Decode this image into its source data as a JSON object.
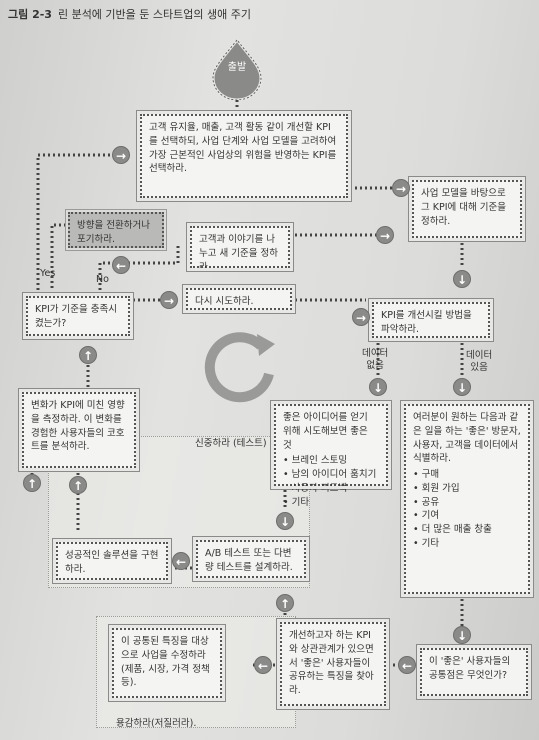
{
  "caption": {
    "number": "그림 2-3",
    "title": "린 분석에 기반을 둔 스타트업의 생애 주기"
  },
  "start": {
    "label": "출발"
  },
  "boxes": {
    "choose_kpi": "고객 유지율, 매출, 고객 활동 같이 개선할 KPI를 선택하되, 사업 단계와 사업 모델을 고려하여 가장 근본적인 사업상의 위험을 반영하는 KPI를 선택하라.",
    "set_standard": "사업 모델을 바탕으로 그 KPI에 대해 기준을 정하라.",
    "pivot": "방향을 전환하거나 포기하라.",
    "talk_customers": "고객과 이야기를 나누고 새 기준을 정하라.",
    "check_kpi": "KPI가 기준을 충족시켰는가?",
    "retry": "다시 시도하라.",
    "find_method": "KPI를 개선시킬 방법을 파악하라.",
    "measure_change": "변화가 KPI에 미친 영향을 측정하라. 이 변화를 경험한 사용자들의 코호트를 분석하라.",
    "ideas_title": "좋은 아이디어를 얻기 위해 시도해보면 좋은 것",
    "ideas_items": [
      "브레인 스토밍",
      "남의 아이디어 훔치기",
      "사용자 피드백",
      "기타"
    ],
    "desired_title": "여러분이 원하는 다음과 같은 일을 하는 '좋은' 방문자, 사용자, 고객을 데이터에서 식별하라.",
    "desired_items": [
      "구매",
      "회원 가입",
      "공유",
      "기여",
      "더 많은 매출 창출",
      "기타"
    ],
    "successful": "성공적인 솔루션을 구현하라.",
    "ab_test": "A/B 테스트 또는 다변량 테스트를 설계하라.",
    "adjust_business": "이 공통된 특징을 대상으로 사업을 수정하라(제품, 시장, 가격 정책 등).",
    "find_traits": "개선하고자 하는 KPI와 상관관계가 있으면서 '좋은' 사용자들이 공유하는 특징을 찾아라.",
    "common_traits": "이 '좋은' 사용자들의 공통점은 무엇인가?"
  },
  "labels": {
    "yes": "Yes",
    "no": "No",
    "no_data": "데이터\n없음",
    "has_data": "데이터\n있음",
    "be_careful": "신중하라 (테스트)",
    "be_bold": "용감하라(저질러라)."
  },
  "colors": {
    "box_fill": "#f4f4f2",
    "dots": "#555555",
    "arrow_circle": "#8a8a88",
    "pivot_fill": "#b9b9b7"
  }
}
